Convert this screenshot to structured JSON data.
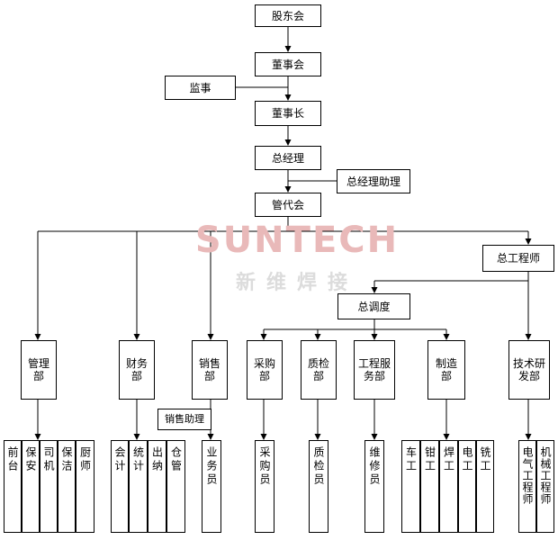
{
  "watermark": {
    "brand": "SUNTECH",
    "chinese": "新维焊接"
  },
  "top": {
    "shareholders": "股东会",
    "board": "董事会",
    "supervisor": "监事",
    "chairman": "董事长",
    "gm": "总经理",
    "gm_assistant": "总经理助理",
    "management_committee": "管代会"
  },
  "chief_engineer": "总工程师",
  "dispatch": "总调度",
  "departments": {
    "admin": "管理部",
    "finance": "财务部",
    "sales": "销售部",
    "purchasing": "采购部",
    "qc": "质检部",
    "engineering_service": "工程服务部",
    "manufacturing": "制造部",
    "rnd": "技术研发部"
  },
  "sales_assistant": "销售助理",
  "roles": {
    "reception": "前台",
    "security": "保安",
    "driver": "司机",
    "cleaner": "保洁",
    "cook": "厨师",
    "accountant": "会计",
    "statistician": "统计",
    "cashier": "出纳",
    "warehouse": "仓管",
    "salesperson": "业务员",
    "buyer": "采购员",
    "inspector": "质检员",
    "maintenance": "维修员",
    "turner": "车工",
    "fitter": "钳工",
    "welder": "焊工",
    "electrician": "电工",
    "miller": "铣工",
    "electrical_engineer": "电气工程师",
    "mechanical_engineer": "机械工程师"
  }
}
